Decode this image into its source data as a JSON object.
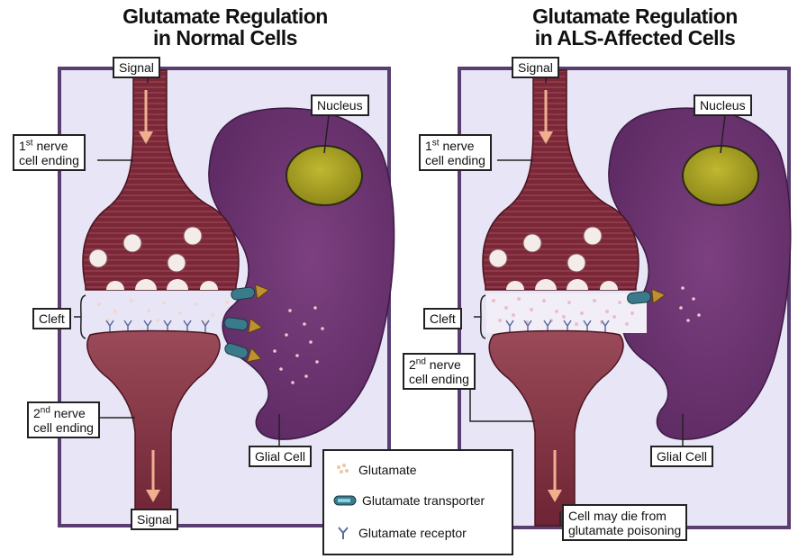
{
  "titles": {
    "normal_line1": "Glutamate Regulation",
    "normal_line2": "in Normal Cells",
    "als_line1": "Glutamate Regulation",
    "als_line2": "in ALS-Affected Cells"
  },
  "labels": {
    "signal": "Signal",
    "nucleus": "Nucleus",
    "cleft": "Cleft",
    "glial_cell": "Glial Cell",
    "first_ending_sup": "st",
    "first_ending_pre": "1",
    "first_ending_rest": " nerve",
    "first_ending_line2": "cell ending",
    "second_ending_pre": "2",
    "second_ending_sup": "nd",
    "second_ending_rest": " nerve",
    "second_ending_line2": "cell ending",
    "death_line1": "Cell may die from",
    "death_line2": "glutamate poisoning"
  },
  "legend": {
    "glutamate": "Glutamate",
    "transporter": "Glutamate transporter",
    "receptor": "Glutamate receptor"
  },
  "colors": {
    "panel_bg": "#e8e6f6",
    "panel_border": "#5a3e72",
    "neuron": "#7a2838",
    "neuron_light": "#9a4a58",
    "glial": "#6b3470",
    "nucleus": "#a8a020",
    "arrow": "#f0b090"
  }
}
